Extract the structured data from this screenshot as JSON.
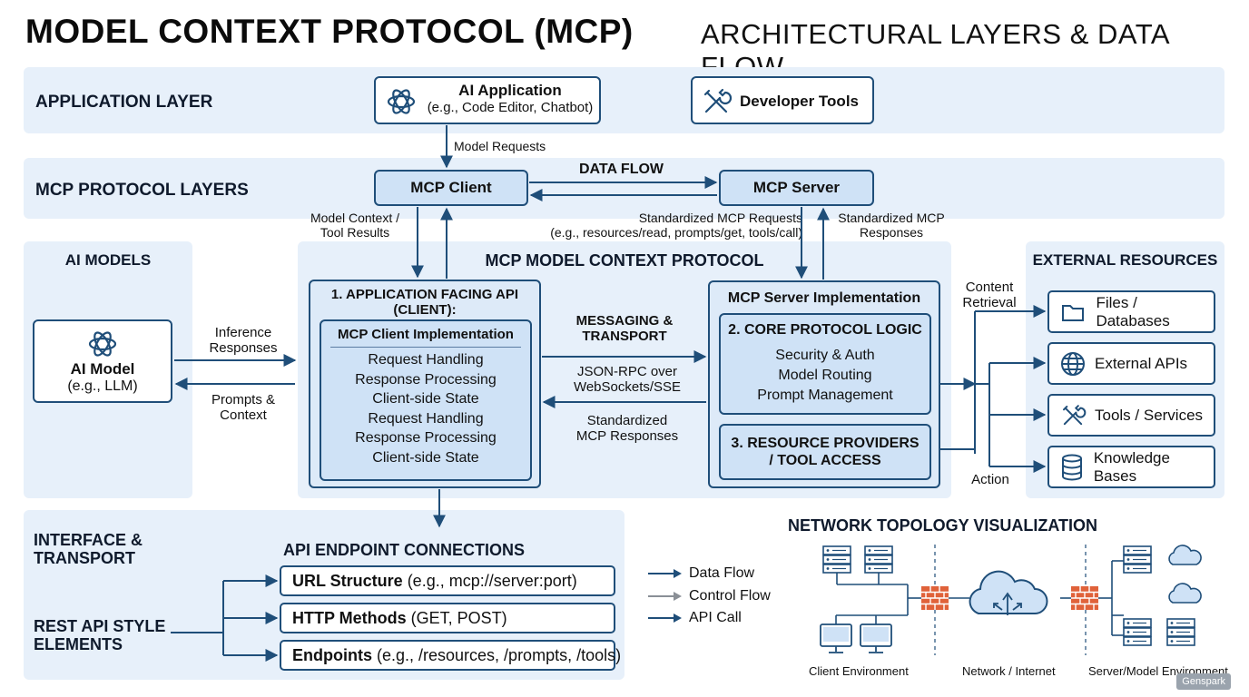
{
  "header": {
    "title": "MODEL CONTEXT PROTOCOL (MCP)",
    "subtitle": "ARCHITECTURAL LAYERS & DATA FLOW"
  },
  "layers": {
    "application": "APPLICATION LAYER",
    "protocol": "MCP PROTOCOL LAYERS",
    "ai_models": "AI MODELS",
    "external": "EXTERNAL RESOURCES",
    "interface": "INTERFACE &\nTRANSPORT",
    "rest": "REST API STYLE\nELEMENTS"
  },
  "app": {
    "ai_app_title": "AI Application",
    "ai_app_sub": "(e.g., Code Editor, Chatbot)",
    "dev_tools": "Developer Tools"
  },
  "flow": {
    "model_requests": "Model Requests",
    "data_flow": "DATA FLOW",
    "mcp_client": "MCP Client",
    "mcp_server": "MCP Server",
    "model_context": "Model Context /\nTool Results",
    "std_requests": "Standardized MCP Requests\n(e.g., resources/read, prompts/get, tools/call)",
    "std_responses_top": "Standardized MCP\nResponses",
    "inference": "Inference\nResponses",
    "prompts": "Prompts &\nContext",
    "messaging": "MESSAGING &\nTRANSPORT",
    "jsonrpc": "JSON-RPC over\nWebSockets/SSE",
    "std_responses_mid": "Standardized\nMCP Responses",
    "content_retrieval": "Content\nRetrieval",
    "action": "Action"
  },
  "model": {
    "title": "AI Model",
    "sub": "(e.g., LLM)"
  },
  "protocol_box": {
    "title": "MCP MODEL CONTEXT PROTOCOL",
    "api_title": "1. APPLICATION FACING API\n(CLIENT):",
    "client_impl": "MCP Client Implementation",
    "client_items": [
      "Request Handling",
      "Response Processing",
      "Client-side State",
      "Request Handling",
      "Response Processing",
      "Client-side State"
    ],
    "server_impl": "MCP Server Implementation",
    "core_title": "2. CORE PROTOCOL LOGIC",
    "core_items": [
      "Security & Auth",
      "Model Routing",
      "Prompt Management"
    ],
    "resource_title": "3. RESOURCE PROVIDERS\n/ TOOL ACCESS"
  },
  "external": [
    "Files / Databases",
    "External APIs",
    "Tools / Services",
    "Knowledge Bases"
  ],
  "api": {
    "title": "API ENDPOINT CONNECTIONS",
    "rows": [
      {
        "bold": "URL Structure",
        "rest": " (e.g., mcp://server:port)"
      },
      {
        "bold": "HTTP Methods",
        "rest": " (GET, POST)"
      },
      {
        "bold": "Endpoints",
        "rest": " (e.g., /resources, /prompts, /tools)"
      }
    ]
  },
  "legend": [
    "Data Flow",
    "Control Flow",
    "API Call"
  ],
  "topology": {
    "title": "NETWORK TOPOLOGY VISUALIZATION",
    "client": "Client Environment",
    "network": "Network / Internet",
    "server": "Server/Model Environment"
  },
  "watermark": "Genspark",
  "colors": {
    "band": "#e7f0fa",
    "border": "#1f4e79",
    "box_blue": "#cfe2f6",
    "firewall": "#e0623a",
    "gray_arrow": "#8a8f96"
  }
}
